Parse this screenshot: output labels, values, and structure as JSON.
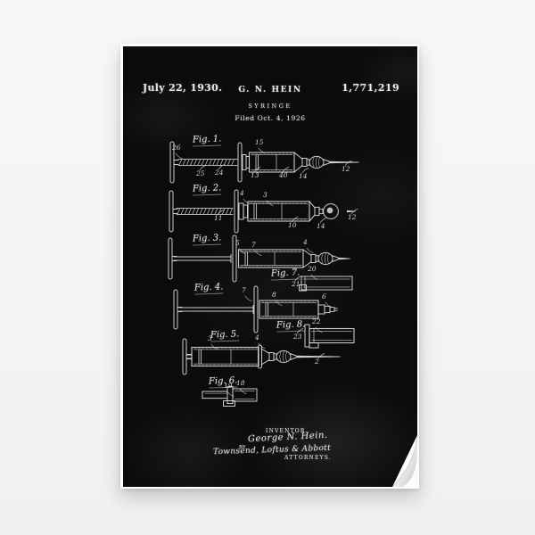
{
  "page_background": "#f5f5f6",
  "poster": {
    "background": "#0b0b0c",
    "ink": "#dddcd8",
    "header": {
      "date": "July 22, 1930.",
      "inventor": "G. N. HEIN",
      "patent_number": "1,771,219",
      "title": "SYRINGE",
      "filed_line": "Filed Oct. 4, 1926"
    },
    "figures": [
      {
        "id": "fig1",
        "label": "Fig. 1.",
        "refs": [
          "26",
          "25",
          "24",
          "15",
          "13",
          "40",
          "14",
          "12"
        ]
      },
      {
        "id": "fig2",
        "label": "Fig. 2.",
        "refs": [
          "4",
          "3",
          "11",
          "10",
          "14",
          "12"
        ]
      },
      {
        "id": "fig3",
        "label": "Fig. 3.",
        "refs": [
          "5",
          "7",
          "4"
        ]
      },
      {
        "id": "fig7",
        "label": "Fig. 7.",
        "refs": [
          "20",
          "21"
        ]
      },
      {
        "id": "fig4",
        "label": "Fig. 4.",
        "refs": [
          "7",
          "8",
          "6"
        ]
      },
      {
        "id": "fig8",
        "label": "Fig. 8.",
        "refs": [
          "22",
          "23"
        ]
      },
      {
        "id": "fig5",
        "label": "Fig. 5.",
        "refs": [
          "3",
          "4",
          "2"
        ]
      },
      {
        "id": "fig6",
        "label": "Fig. 6.",
        "refs": [
          "19",
          "18"
        ]
      }
    ],
    "footer": {
      "inventor_caption": "INVENTOR.",
      "inventor_signature": "George N. Hein.",
      "by_label": "BY",
      "attorney_signature": "Townsend, Loftus & Abbott",
      "attorneys_caption": "ATTORNEYS."
    }
  }
}
